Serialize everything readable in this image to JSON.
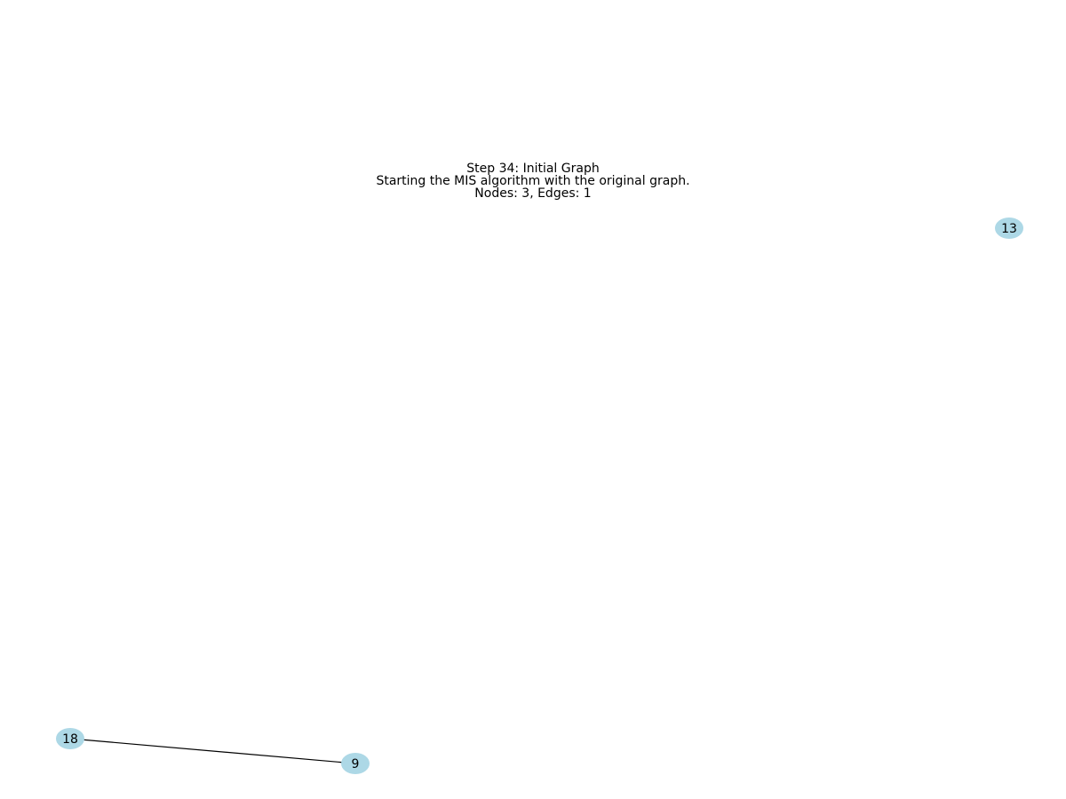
{
  "title": {
    "line1": "Step 34: Initial Graph",
    "line2": "Starting the MIS algorithm with the original graph.",
    "line3": "Nodes: 3, Edges: 1"
  },
  "graph": {
    "nodes": [
      {
        "id": "13",
        "label": "13"
      },
      {
        "id": "18",
        "label": "18"
      },
      {
        "id": "9",
        "label": "9"
      }
    ],
    "edges": [
      {
        "source": "18",
        "target": "9"
      }
    ],
    "node_color": "#add8e6",
    "edge_color": "#000000"
  }
}
